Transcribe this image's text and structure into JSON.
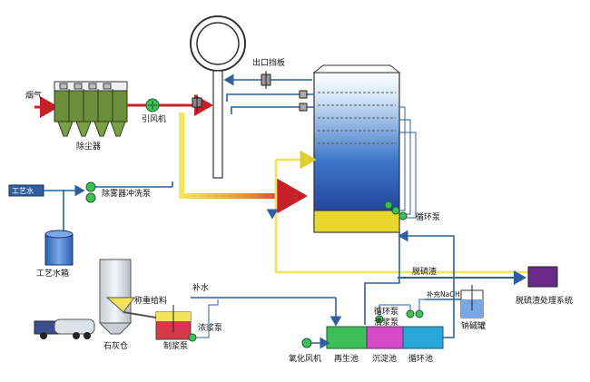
{
  "labels": {
    "flue_gas": "烟气",
    "dust_collector": "除尘器",
    "induced_fan": "引风机",
    "outlet_baffle": "出口挡板",
    "process_water": "工艺水",
    "demister_pump": "除雾器冲洗泵",
    "process_water_tank": "工艺水箱",
    "circulation_pump": "循环泵",
    "desulfurization_slag": "脱硫渣",
    "slag_system": "脱硫渣处理系统",
    "makeup_water": "补水",
    "weighing_feeder": "称重给料",
    "lime_silo": "石灰仓",
    "slurry_pump": "浓浆泵",
    "slurry_making_pump": "制浆泵",
    "circulation_pump_2": "循环泵",
    "clear_pump": "清浆泵",
    "naoh_makeup": "补充NaOH",
    "soda_tank": "钠碱罐",
    "oxidation_fan": "氧化风机",
    "regeneration_tank": "再生池",
    "settling_tank": "沉淀池",
    "circulation_tank": "循环池"
  },
  "colors": {
    "pipe_blue": "#2f5f9e",
    "pipe_yellow": "#f2e35a",
    "hot_gas_yellow": "#f3e65a",
    "hot_gas_red": "#c8202a",
    "tower_blue": "#1c3f9a",
    "tower_yellow": "#e8d632",
    "slag_purple": "#6a2a8a",
    "tank_green": "#3fbf5a",
    "tank_magenta": "#d64bc8",
    "tank_blue": "#2aa8d8"
  }
}
